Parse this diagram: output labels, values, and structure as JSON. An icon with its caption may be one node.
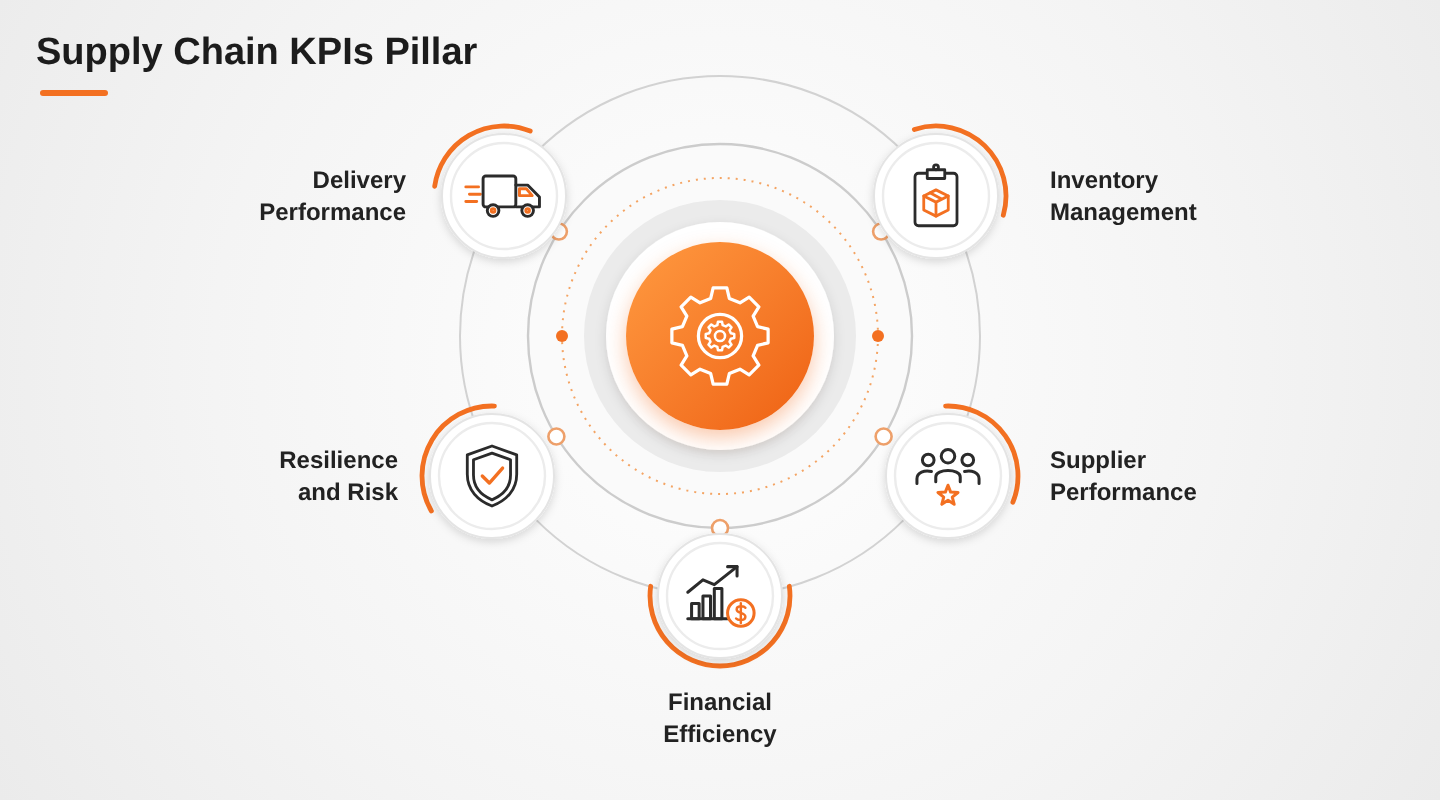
{
  "diagram": {
    "title": "Supply Chain KPIs Pillar",
    "nodes": [
      {
        "text": [
          "Delivery Performance"
        ]
      },
      {
        "text": [
          "Inventory Management"
        ]
      },
      {
        "text": [],
        "shape": "circle"
      },
      {
        "text": [
          "Resilience and Risk"
        ]
      },
      {
        "text": [
          "Supplier Performance"
        ]
      },
      {
        "text": [
          "Financial Efficiency"
        ]
      }
    ]
  }
}
